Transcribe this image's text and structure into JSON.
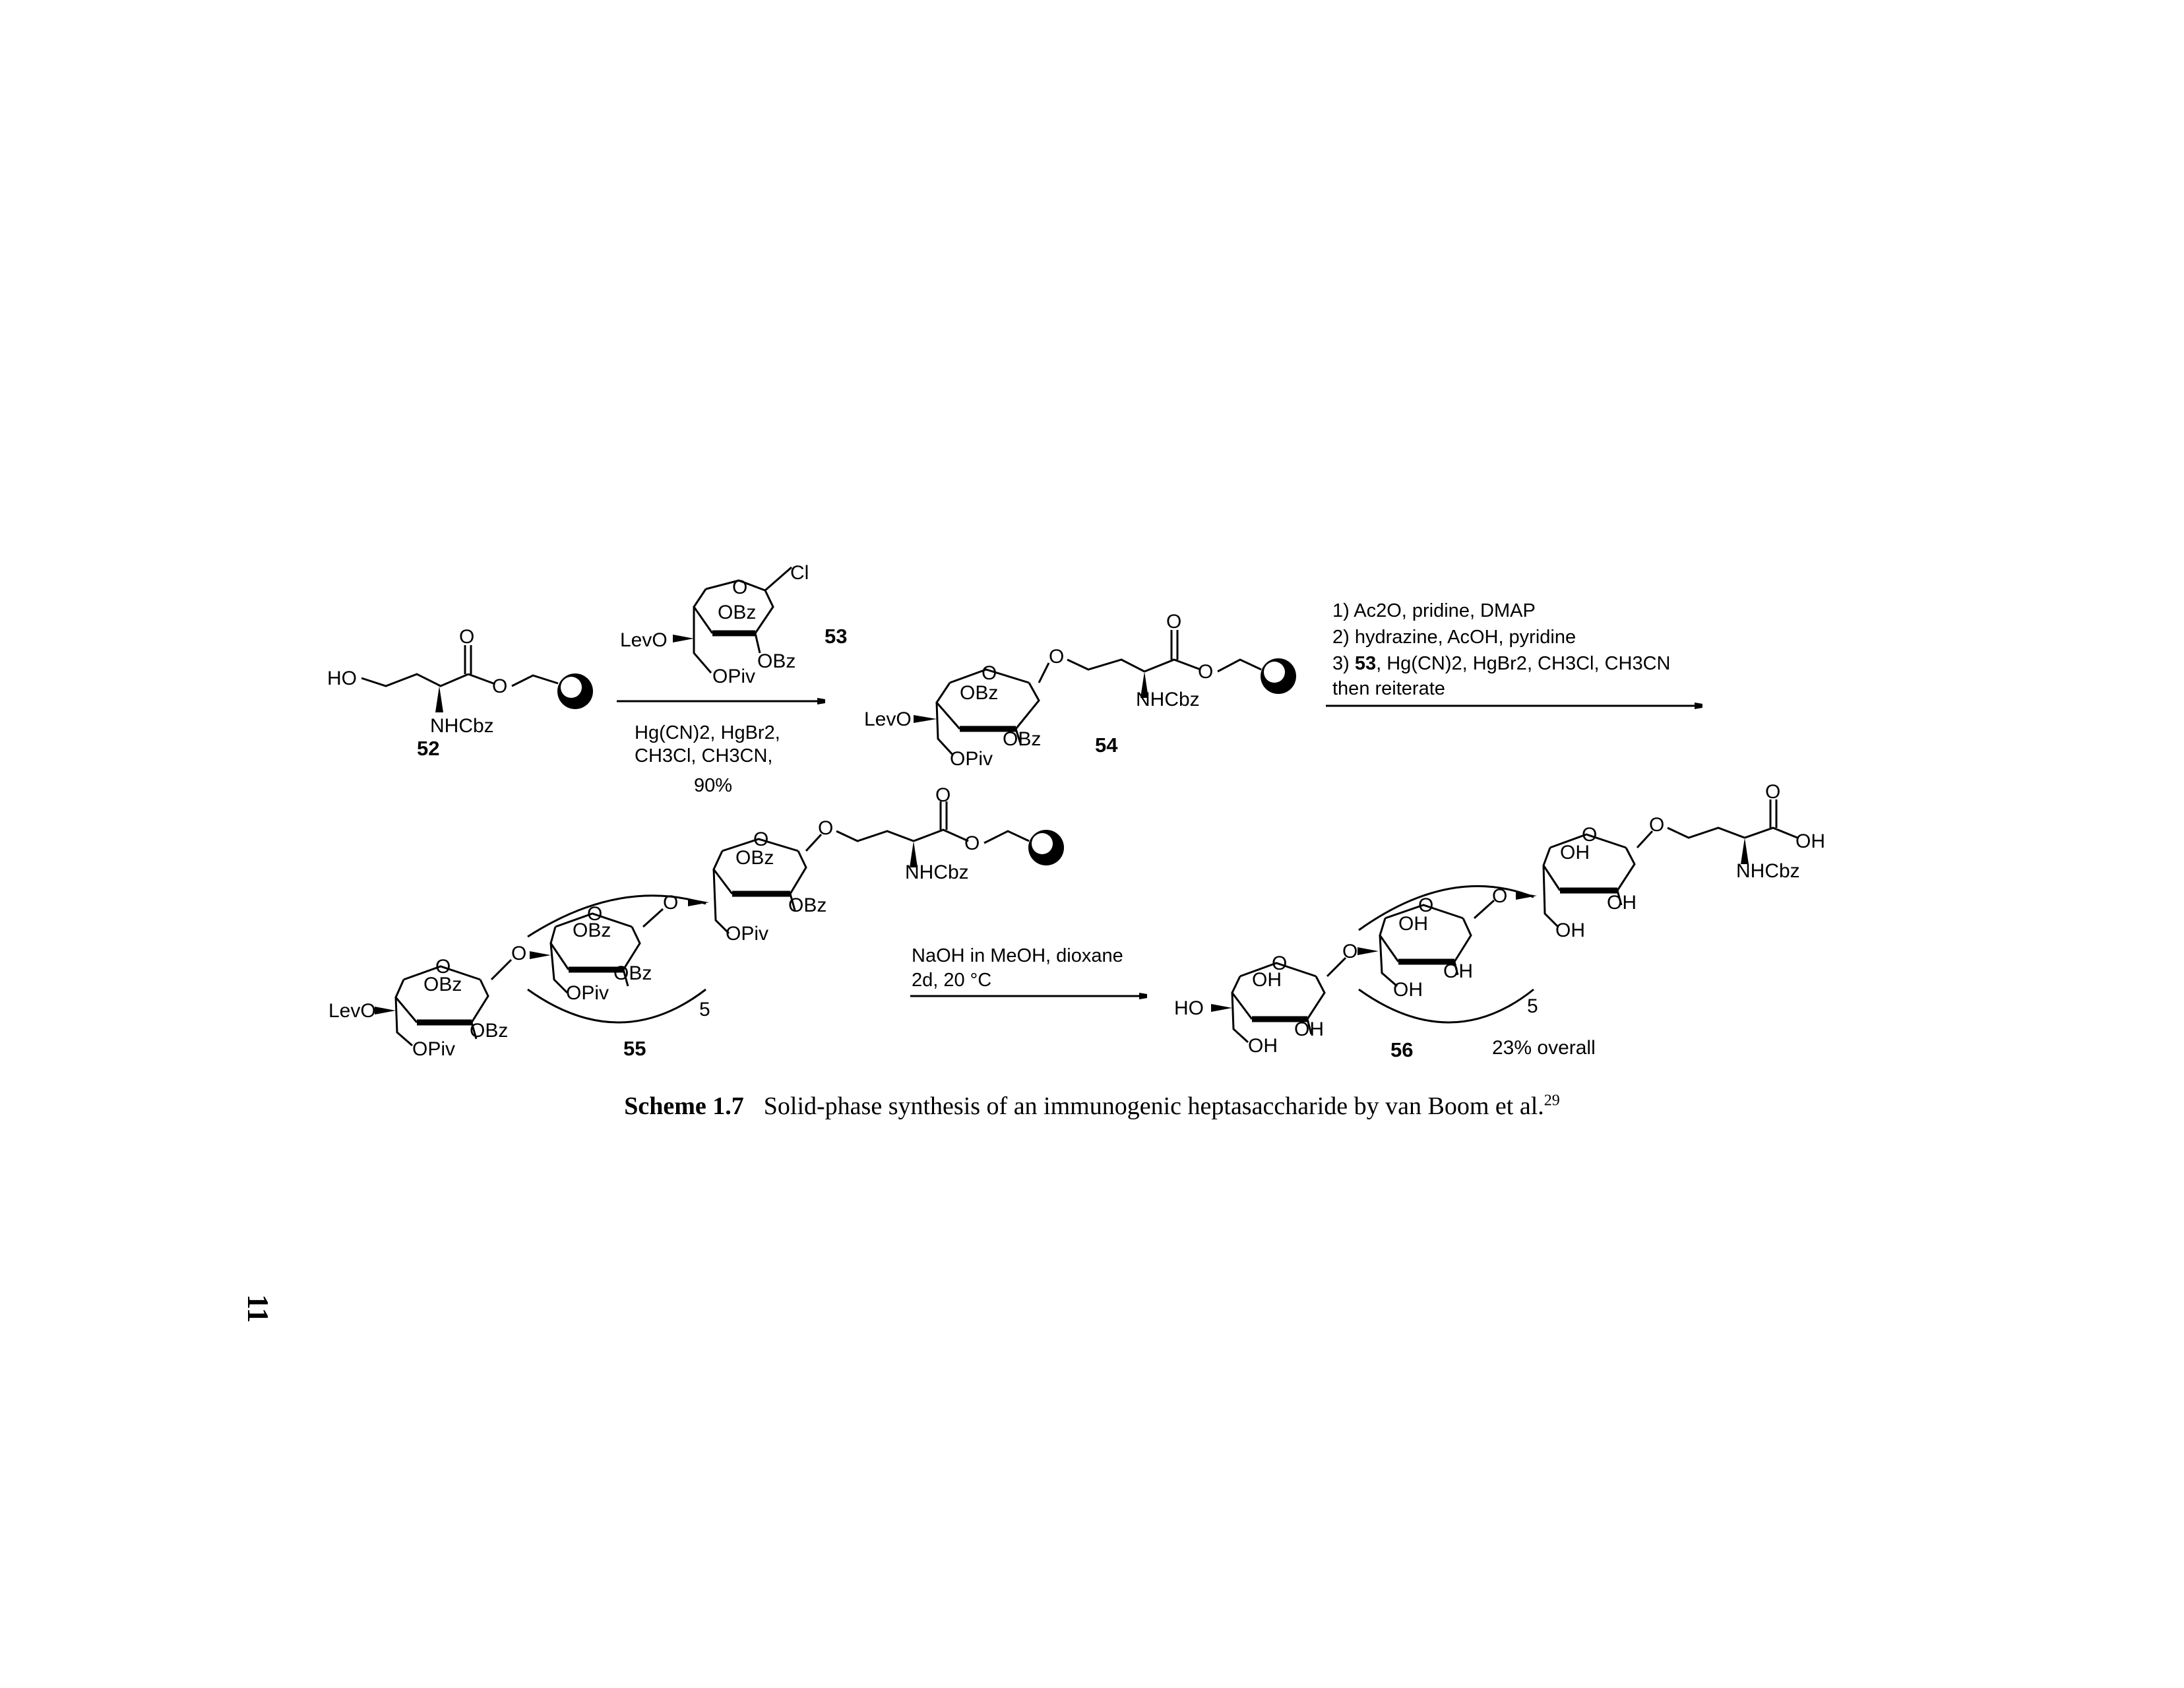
{
  "caption": {
    "label": "Scheme 1.7",
    "text": "Solid-phase synthesis of an immunogenic heptasaccharide by van Boom et al.",
    "ref": "29"
  },
  "page_number": "11",
  "compounds": {
    "c52": "52",
    "c53": "53",
    "c54": "54",
    "c55": "55",
    "c56": "56"
  },
  "groups": {
    "ho": "HO",
    "o": "O",
    "nhcbz": "NHCbz",
    "cl": "Cl",
    "obz": "OBz",
    "levo": "LevO",
    "opiv": "OPiv",
    "oh": "OH",
    "repeat": "5"
  },
  "step1": {
    "line1": "Hg(CN)2, HgBr2,",
    "line2": "CH3Cl, CH3CN,",
    "yield": "90%"
  },
  "step2": {
    "line1": "1) Ac2O, pridine, DMAP",
    "line2": "2) hydrazine, AcOH, pyridine",
    "line3_prefix": "3) ",
    "line3_bold": "53",
    "line3_rest": ", Hg(CN)2, HgBr2, CH3Cl, CH3CN",
    "line4": "then reiterate"
  },
  "step3": {
    "line1": "NaOH in MeOH, dioxane",
    "line2": "2d, 20 °C"
  },
  "overall_yield": "23% overall"
}
